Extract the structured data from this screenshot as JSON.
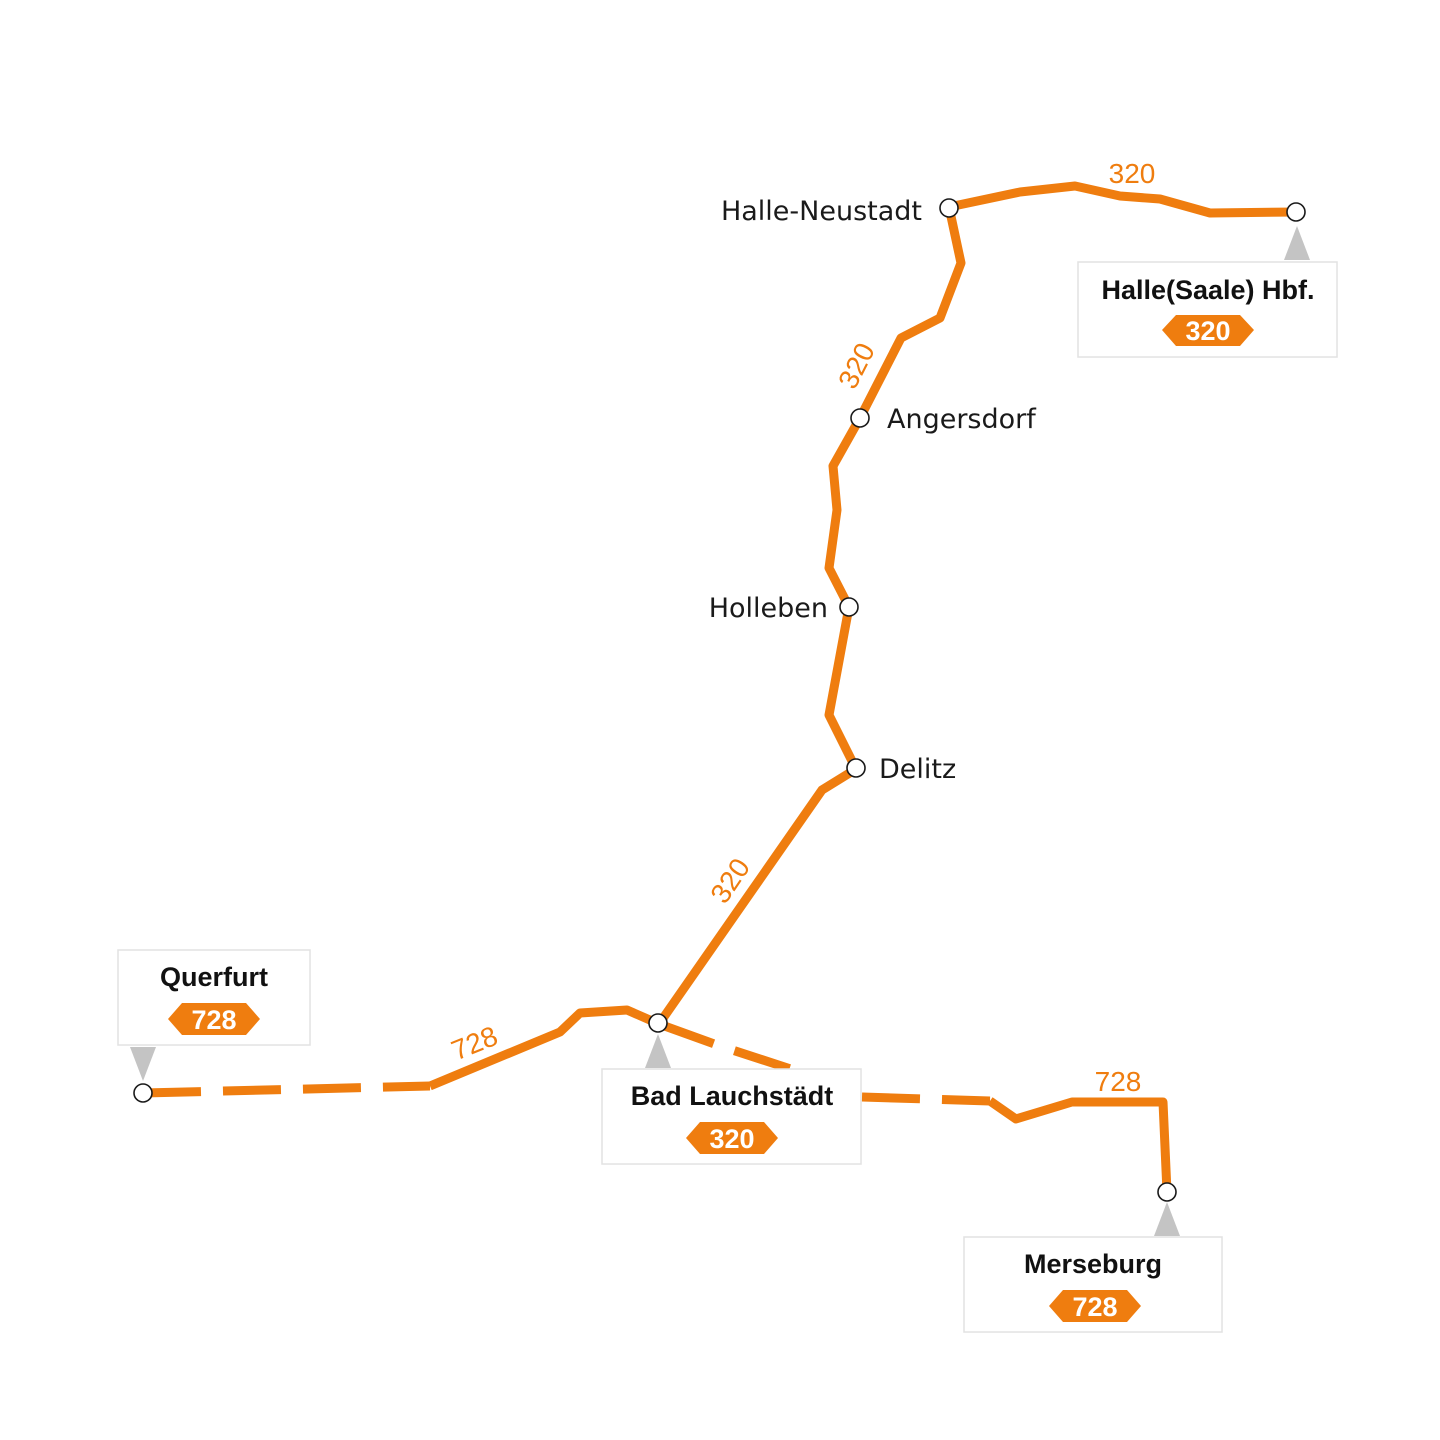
{
  "colors": {
    "route": "#ef7d0f",
    "pointer": "#c4c4c4",
    "text": "#1a1a1a"
  },
  "routes": {
    "line_320": {
      "label": "320"
    },
    "line_728": {
      "label": "728"
    }
  },
  "stops": {
    "halle_neustadt": "Halle-Neustadt",
    "angersdorf": "Angersdorf",
    "holleben": "Holleben",
    "delitz": "Delitz"
  },
  "terminals": {
    "halle_hbf": {
      "name": "Halle(Saale) Hbf.",
      "line": "320"
    },
    "bad_lauchstaedt": {
      "name": "Bad Lauchstädt",
      "line": "320"
    },
    "querfurt": {
      "name": "Querfurt",
      "line": "728"
    },
    "merseburg": {
      "name": "Merseburg",
      "line": "728"
    }
  },
  "line_labels": {
    "l320_top": "320",
    "l320_upper": "320",
    "l320_lower": "320",
    "l728_left": "728",
    "l728_right": "728"
  }
}
